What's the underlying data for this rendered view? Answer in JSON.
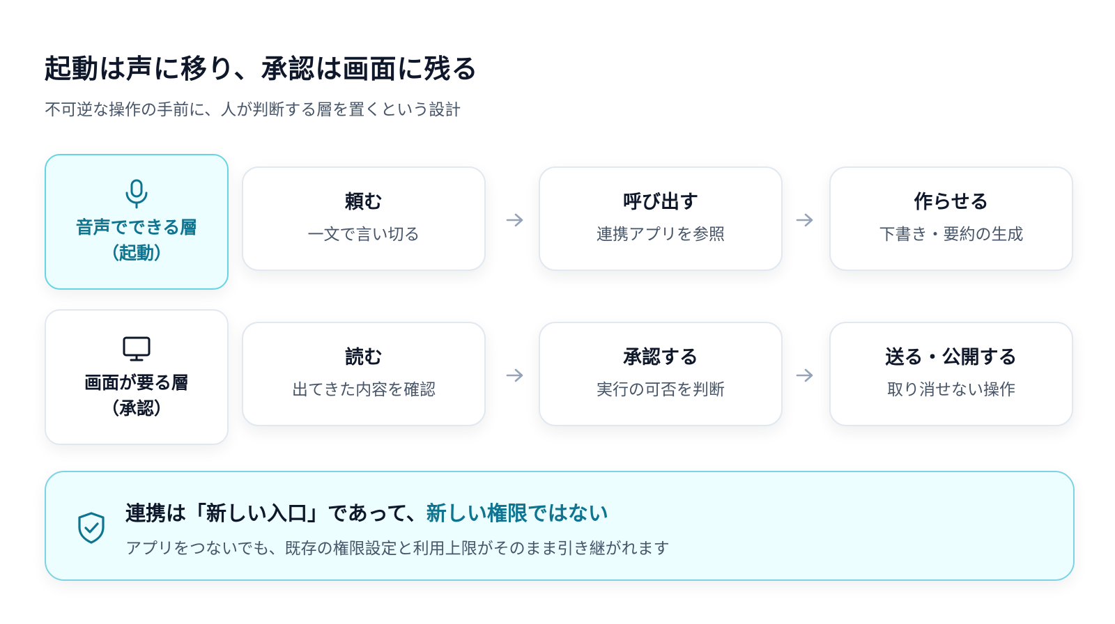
{
  "title": "起動は声に移り、承認は画面に残る",
  "subtitle": "不可逆な操作の手前に、人が判断する層を置くという設計",
  "rows": [
    {
      "layer": {
        "name": "音声でできる層",
        "sub": "（起動）",
        "icon": "microphone-icon"
      },
      "steps": [
        {
          "title": "頼む",
          "desc": "一文で言い切る"
        },
        {
          "title": "呼び出す",
          "desc": "連携アプリを参照"
        },
        {
          "title": "作らせる",
          "desc": "下書き・要約の生成"
        }
      ]
    },
    {
      "layer": {
        "name": "画面が要る層",
        "sub": "（承認）",
        "icon": "monitor-icon"
      },
      "steps": [
        {
          "title": "読む",
          "desc": "出てきた内容を確認"
        },
        {
          "title": "承認する",
          "desc": "実行の可否を判断"
        },
        {
          "title": "送る・公開する",
          "desc": "取り消せない操作"
        }
      ]
    }
  ],
  "note": {
    "icon": "shield-check-icon",
    "heading_main": "連携は「新しい入口」であって、",
    "heading_highlight": "新しい権限ではない",
    "body": "アプリをつないでも、既存の権限設定と利用上限がそのまま引き継がれます"
  },
  "colors": {
    "accent": "#0e7490",
    "accent_bg": "#ecfeff",
    "accent_border": "#67d4e3",
    "card_border": "#e2e8f0",
    "arrow": "#94a3b8",
    "text": "#0f172a",
    "muted": "#475569"
  }
}
